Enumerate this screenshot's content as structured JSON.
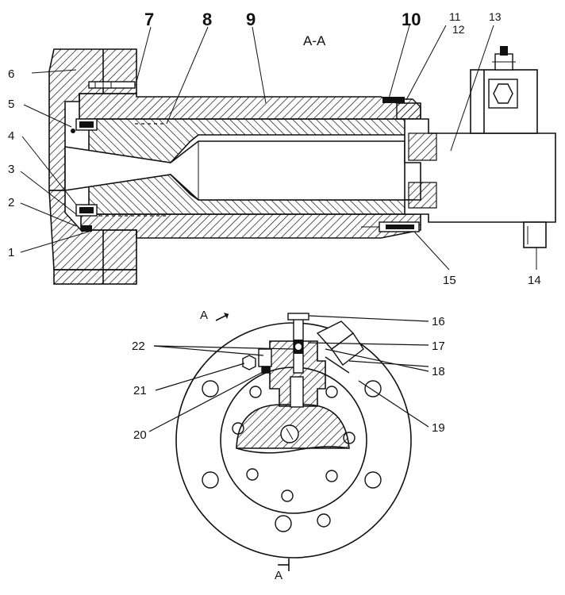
{
  "section_title": "A-A",
  "section_marker_letter": "A",
  "callouts": {
    "c1": "1",
    "c2": "2",
    "c3": "3",
    "c4": "4",
    "c5": "5",
    "c6": "6",
    "c7": "7",
    "c8": "8",
    "c9": "9",
    "c10": "10",
    "c11": "11",
    "c12": "12",
    "c13": "13",
    "c14": "14",
    "c15": "15",
    "c16": "16",
    "c17": "17",
    "c18": "18",
    "c19": "19",
    "c20": "20",
    "c21": "21",
    "c22": "22"
  },
  "colors": {
    "ink": "#111111",
    "paper": "#ffffff"
  }
}
